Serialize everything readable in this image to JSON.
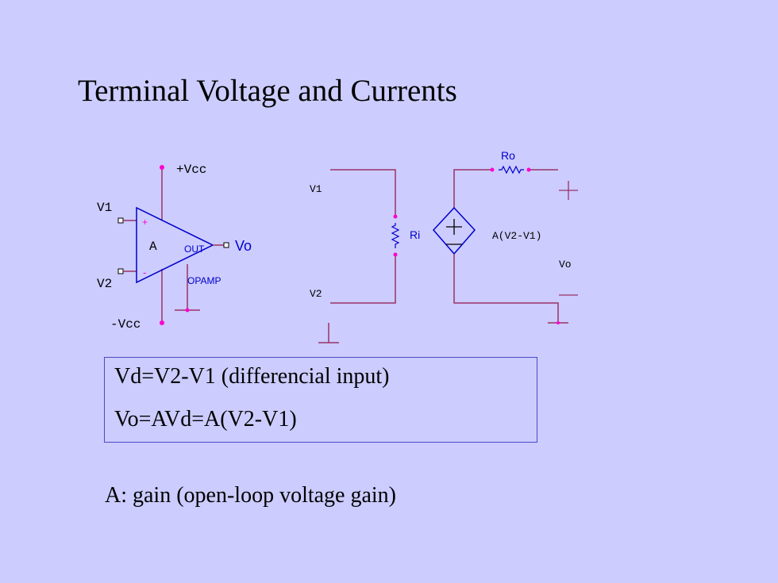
{
  "slide": {
    "title": "Terminal Voltage and Currents",
    "gain_note": "A: gain (open-loop voltage gain)"
  },
  "equations": {
    "line1": "Vd=V2-V1  (differencial input)",
    "line2": "Vo=AVd=A(V2-V1)"
  },
  "opamp": {
    "vcc_pos": "+Vcc",
    "vcc_neg": "-Vcc",
    "v1": "V1",
    "v2": "V2",
    "plus": "+",
    "minus": "-",
    "gain": "A",
    "out": "OUT",
    "vo": "Vo",
    "part": "OPAMP"
  },
  "model": {
    "v1": "V1",
    "v2": "V2",
    "ri": "Ri",
    "ro": "Ro",
    "source": "A(V2-V1)",
    "vo": "Vo"
  },
  "colors": {
    "background": "#ccccff",
    "wire": "#993366",
    "component": "#0000cc",
    "node": "#ff00cc"
  }
}
